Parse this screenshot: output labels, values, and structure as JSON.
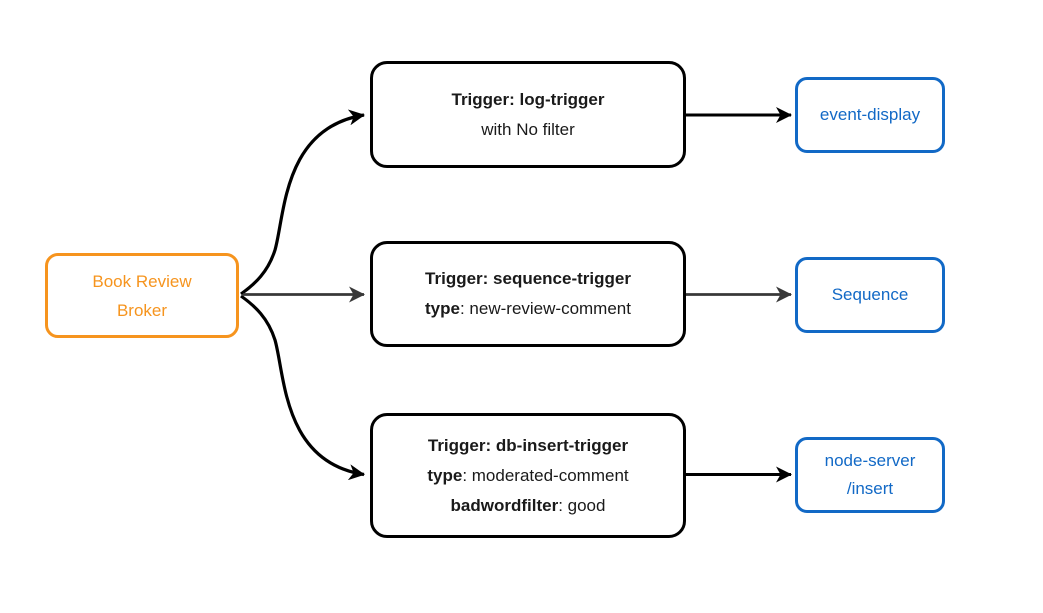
{
  "diagram": {
    "broker": {
      "lines": [
        "Book Review",
        "Broker"
      ]
    },
    "triggers": [
      {
        "title": "Trigger: log-trigger",
        "subtitle": "with No filter"
      },
      {
        "title": "Trigger: sequence-trigger",
        "attrs": [
          {
            "key": "type",
            "value": ": new-review-comment"
          }
        ]
      },
      {
        "title": "Trigger: db-insert-trigger",
        "attrs": [
          {
            "key": "type",
            "value": ": moderated-comment"
          },
          {
            "key": "badwordfilter",
            "value": ": good"
          }
        ]
      }
    ],
    "sinks": [
      {
        "lines": [
          "event-display"
        ]
      },
      {
        "lines": [
          "Sequence"
        ]
      },
      {
        "lines": [
          "node-server",
          "/insert"
        ]
      }
    ],
    "colors": {
      "broker_accent": "#F6941E",
      "sink_accent": "#1269C6",
      "edge_primary": "#000000",
      "edge_secondary": "#383838",
      "trigger_border": "#000000",
      "background": "#ffffff"
    }
  }
}
